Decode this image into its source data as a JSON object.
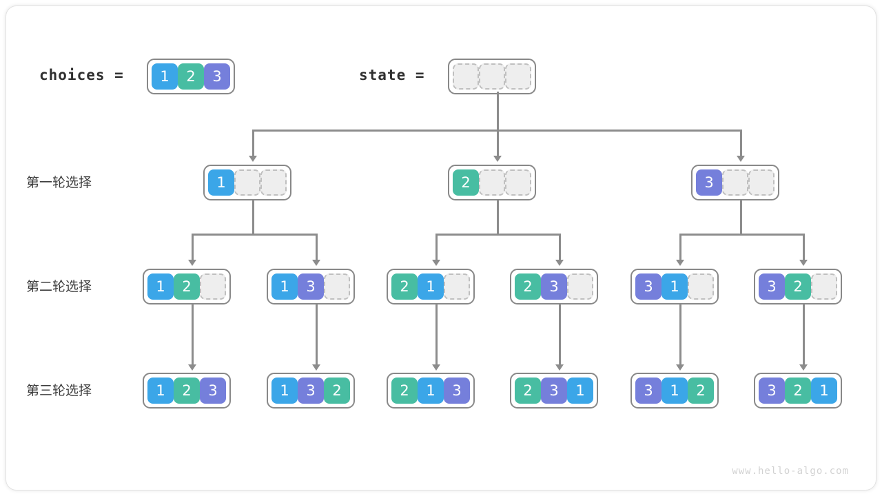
{
  "header": {
    "choices_label": "choices =",
    "state_label": "state ="
  },
  "colors": {
    "value_1": "#3ba6e8",
    "value_2": "#48bda2",
    "value_3": "#757fdb",
    "empty_cell_bg": "#eeeeee",
    "empty_cell_border": "#bfbfbf",
    "box_border": "#888888",
    "connector": "#8c8c8c",
    "card_border": "#e2e2e2",
    "watermark": "#d2d2d2"
  },
  "choices": {
    "values": [
      "1",
      "2",
      "3"
    ]
  },
  "state": {
    "values": [
      "",
      "",
      ""
    ]
  },
  "rows": [
    {
      "label": "第一轮选择"
    },
    {
      "label": "第二轮选择"
    },
    {
      "label": "第三轮选择"
    }
  ],
  "round1": [
    {
      "cells": [
        "1",
        "",
        ""
      ]
    },
    {
      "cells": [
        "2",
        "",
        ""
      ]
    },
    {
      "cells": [
        "3",
        "",
        ""
      ]
    }
  ],
  "round2": [
    {
      "cells": [
        "1",
        "2",
        ""
      ]
    },
    {
      "cells": [
        "1",
        "3",
        ""
      ]
    },
    {
      "cells": [
        "2",
        "1",
        ""
      ]
    },
    {
      "cells": [
        "2",
        "3",
        ""
      ]
    },
    {
      "cells": [
        "3",
        "1",
        ""
      ]
    },
    {
      "cells": [
        "3",
        "2",
        ""
      ]
    }
  ],
  "round3": [
    {
      "cells": [
        "1",
        "2",
        "3"
      ]
    },
    {
      "cells": [
        "1",
        "3",
        "2"
      ]
    },
    {
      "cells": [
        "2",
        "1",
        "3"
      ]
    },
    {
      "cells": [
        "2",
        "3",
        "1"
      ]
    },
    {
      "cells": [
        "3",
        "1",
        "2"
      ]
    },
    {
      "cells": [
        "3",
        "2",
        "1"
      ]
    }
  ],
  "footer": {
    "watermark": "www.hello-algo.com"
  }
}
